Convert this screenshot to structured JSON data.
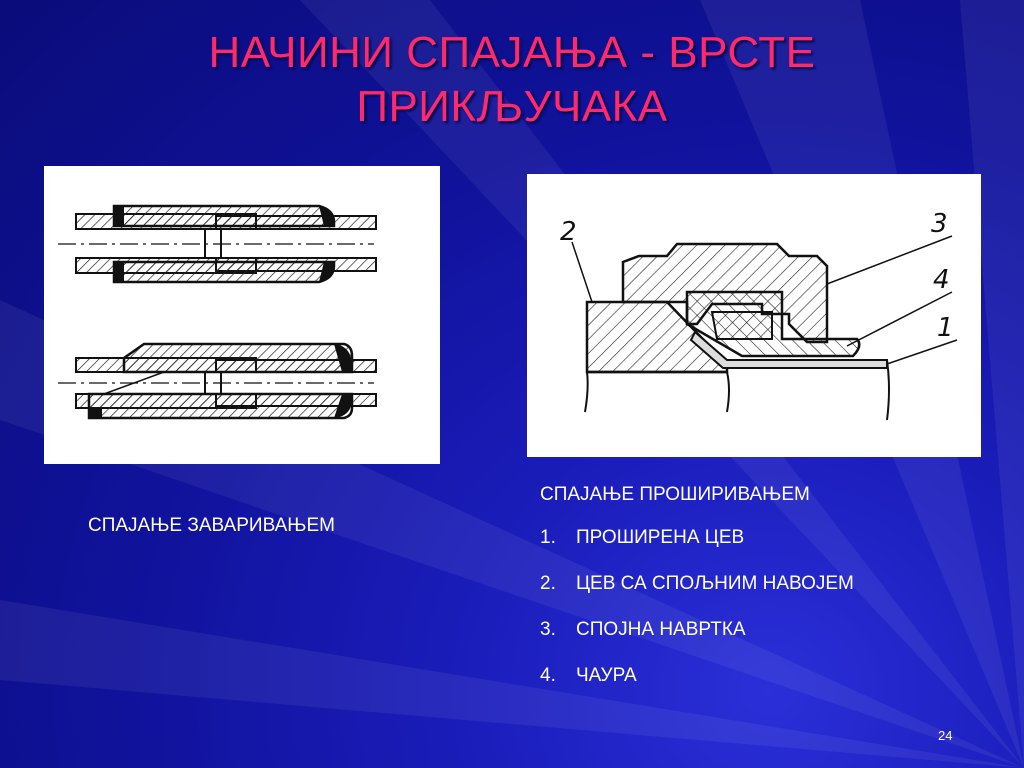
{
  "slide": {
    "title_line1": "НАЧИНИ СПАЈАЊА - ВРСТЕ",
    "title_line2": "ПРИКЉУЧАКА",
    "left_caption": "СПАЈАЊЕ ЗАВАРИВАЊЕМ",
    "right_caption": "СПАЈАЊЕ ПРОШИРИВАЊЕМ",
    "legend": [
      {
        "num": "1.",
        "text": "ПРОШИРЕНА ЦЕВ"
      },
      {
        "num": "2.",
        "text": "ЦЕВ  СА СПОЉНИМ НАВОЈЕМ"
      },
      {
        "num": "3.",
        "text": "СПОЈНА НАВРТКА"
      },
      {
        "num": "4.",
        "text": "ЧАУРА"
      }
    ],
    "drawing_labels": [
      "2",
      "3",
      "4",
      "1"
    ],
    "page_number": "24"
  },
  "colors": {
    "title": "#ff2a6b",
    "background": "#10129a",
    "text": "#ffffff"
  }
}
